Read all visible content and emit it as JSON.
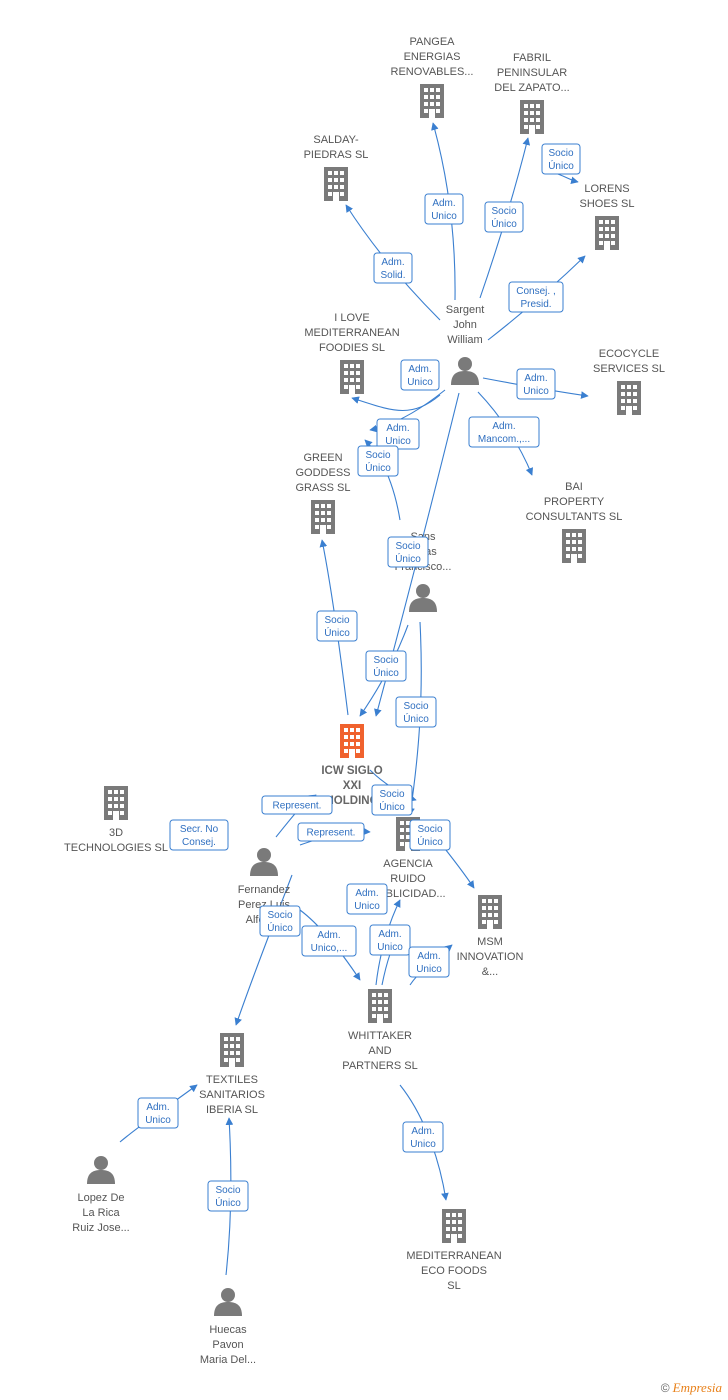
{
  "colors": {
    "building": "#7a7a7a",
    "building_main": "#f0622e",
    "person": "#7a7a7a",
    "edge": "#3a7fd0"
  },
  "nodes": [
    {
      "id": "pangea",
      "kind": "building",
      "lines": [
        "PANGEA",
        "ENERGIAS",
        "RENOVABLES..."
      ]
    },
    {
      "id": "fabril",
      "kind": "building",
      "lines": [
        "FABRIL",
        "PENINSULAR",
        "DEL ZAPATO..."
      ]
    },
    {
      "id": "salday",
      "kind": "building",
      "lines": [
        "SALDAY-",
        "PIEDRAS SL"
      ]
    },
    {
      "id": "lorens",
      "kind": "building",
      "lines": [
        "LORENS",
        "SHOES SL"
      ]
    },
    {
      "id": "sargent",
      "kind": "person",
      "lines": [
        "Sargent",
        "John",
        "William"
      ]
    },
    {
      "id": "ilove",
      "kind": "building",
      "lines": [
        "I LOVE",
        "MEDITERRANEAN",
        "FOODIES SL"
      ]
    },
    {
      "id": "ecocycle",
      "kind": "building",
      "lines": [
        "ECOCYCLE",
        "SERVICES SL"
      ]
    },
    {
      "id": "green",
      "kind": "building",
      "lines": [
        "GREEN",
        "GODDESS",
        "GRASS SL"
      ]
    },
    {
      "id": "bai",
      "kind": "building",
      "lines": [
        "BAI",
        "PROPERTY",
        "CONSULTANTS SL"
      ]
    },
    {
      "id": "sans",
      "kind": "person",
      "lines": [
        "Sans",
        "Rivas",
        "Francisco..."
      ]
    },
    {
      "id": "icw",
      "kind": "main",
      "lines": [
        "ICW SIGLO",
        "XXI",
        "HOLDING"
      ]
    },
    {
      "id": "tech3d",
      "kind": "building",
      "lines": [
        "3D",
        "TECHNOLOGIES SL"
      ]
    },
    {
      "id": "agencia",
      "kind": "building",
      "lines": [
        "AGENCIA",
        "RUIDO",
        "PUBLICIDAD..."
      ]
    },
    {
      "id": "fernandez",
      "kind": "person",
      "lines": [
        "Fernandez",
        "Perez Luis",
        "Alfonso"
      ]
    },
    {
      "id": "msm",
      "kind": "building",
      "lines": [
        "MSM",
        "INNOVATION",
        "&..."
      ]
    },
    {
      "id": "whittaker",
      "kind": "building",
      "lines": [
        "WHITTAKER",
        "AND",
        "PARTNERS SL"
      ]
    },
    {
      "id": "textiles",
      "kind": "building",
      "lines": [
        "TEXTILES",
        "SANITARIOS",
        "IBERIA SL"
      ]
    },
    {
      "id": "lopez",
      "kind": "person",
      "lines": [
        "Lopez De",
        "La Rica",
        "Ruiz Jose..."
      ]
    },
    {
      "id": "mediterranean",
      "kind": "building",
      "lines": [
        "MEDITERRANEAN",
        "ECO FOODS",
        "SL"
      ]
    },
    {
      "id": "huecas",
      "kind": "person",
      "lines": [
        "Huecas",
        "Pavon",
        "Maria Del..."
      ]
    }
  ],
  "edges": [
    {
      "label": [
        "Adm.",
        "Unico"
      ]
    },
    {
      "label": [
        "Socio",
        "Único"
      ]
    },
    {
      "label": [
        "Socio",
        "Único"
      ]
    },
    {
      "label": [
        "Adm.",
        "Solid."
      ]
    },
    {
      "label": [
        "Consej. ,",
        "Presid."
      ]
    },
    {
      "label": [
        "Adm.",
        "Unico"
      ]
    },
    {
      "label": [
        "Adm.",
        "Unico"
      ]
    },
    {
      "label": [
        "Adm.",
        "Unico"
      ]
    },
    {
      "label": [
        "Adm.",
        "Mancom.,..."
      ]
    },
    {
      "label": [
        "Socio",
        "Único"
      ]
    },
    {
      "label": [
        "Socio",
        "Único"
      ]
    },
    {
      "label": [
        "Socio",
        "Único"
      ]
    },
    {
      "label": [
        "Socio",
        "Único"
      ]
    },
    {
      "label": [
        "Socio",
        "Único"
      ]
    },
    {
      "label": [
        "Socio",
        "Único"
      ]
    },
    {
      "label": [
        "Socio",
        "Único"
      ]
    },
    {
      "label": [
        "Represent."
      ]
    },
    {
      "label": [
        "Represent."
      ]
    },
    {
      "label": [
        "Secr. No",
        "Consej."
      ]
    },
    {
      "label": [
        "Socio",
        "Único"
      ]
    },
    {
      "label": [
        "Adm.",
        "Unico,..."
      ]
    },
    {
      "label": [
        "Adm.",
        "Unico"
      ]
    },
    {
      "label": [
        "Adm.",
        "Unico"
      ]
    },
    {
      "label": [
        "Adm.",
        "Unico"
      ]
    },
    {
      "label": [
        "Adm.",
        "Unico"
      ]
    },
    {
      "label": [
        "Socio",
        "Único"
      ]
    },
    {
      "label": [
        "Adm.",
        "Unico"
      ]
    }
  ],
  "footer": {
    "copyright": "©",
    "brand": "Empresia"
  }
}
